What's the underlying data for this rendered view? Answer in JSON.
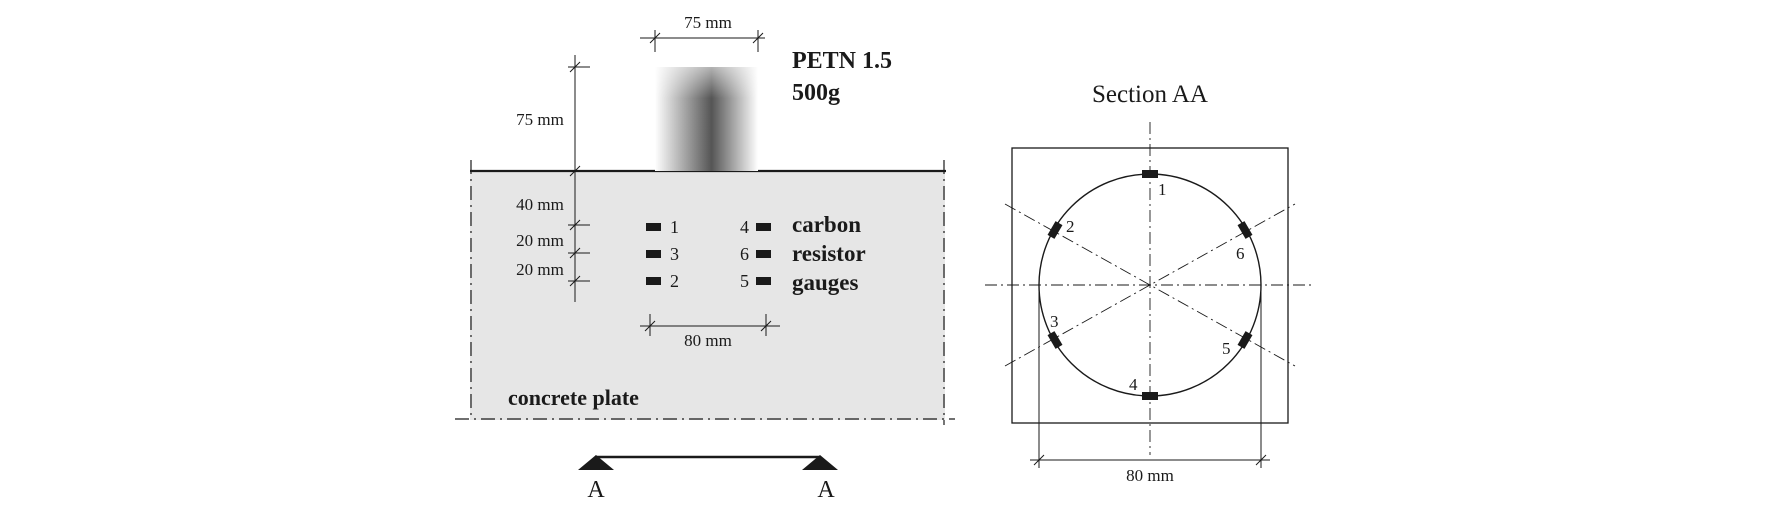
{
  "charge": {
    "title_line1": "PETN 1.5",
    "title_line2": "500g",
    "width_label": "75 mm",
    "height_label": "75 mm"
  },
  "plate": {
    "label": "concrete plate",
    "depth_labels": [
      "40 mm",
      "20 mm",
      "20 mm"
    ],
    "spacing_label": "80 mm",
    "support_label_left": "A",
    "support_label_right": "A"
  },
  "gauges": {
    "left_numbers": [
      "1",
      "3",
      "2"
    ],
    "right_numbers": [
      "4",
      "6",
      "5"
    ],
    "legend": [
      "carbon",
      "resistor",
      "gauges"
    ]
  },
  "section": {
    "title": "Section AA",
    "diameter_label": "80 mm",
    "gauge_numbers": [
      "1",
      "2",
      "6",
      "3",
      "5",
      "4"
    ]
  },
  "colors": {
    "plate_fill": "#e6e6e6",
    "line": "#1a1a1a",
    "charge_dark": "#555555"
  }
}
